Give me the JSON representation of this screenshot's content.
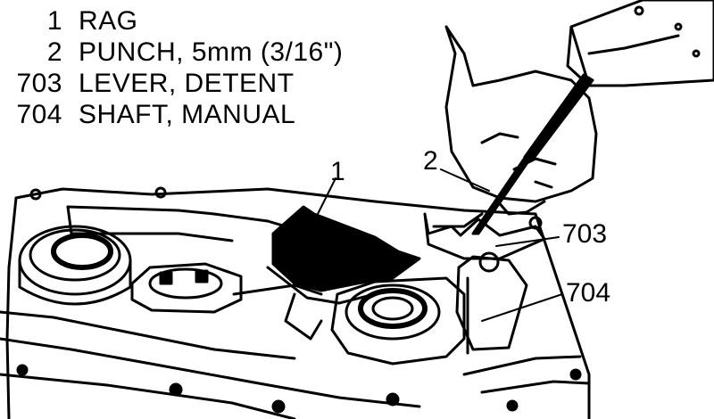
{
  "legend": [
    {
      "number": "1",
      "label": "RAG"
    },
    {
      "number": "2",
      "label": "PUNCH, 5mm (3/16\")"
    },
    {
      "number": "703",
      "label": "LEVER, DETENT"
    },
    {
      "number": "704",
      "label": "SHAFT, MANUAL"
    }
  ],
  "callouts": {
    "rag": "1",
    "punch": "2",
    "lever": "703",
    "shaft": "704"
  },
  "colors": {
    "ink": "#000000",
    "paper": "#ffffff"
  }
}
